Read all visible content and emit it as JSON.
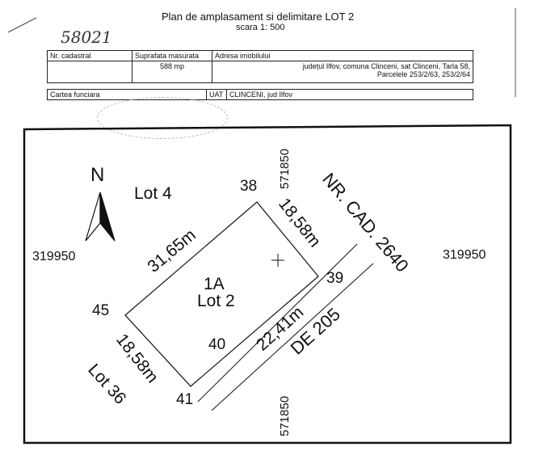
{
  "header": {
    "title": "Plan de amplasament si delimitare  LOT 2",
    "scale": "scara 1: 500",
    "handwritten_number": "58021"
  },
  "table": {
    "col1": "Nr. cadastral",
    "col2": "Suprafata masurata",
    "col3": "Adresa imobilului",
    "area": "588 mp",
    "address_line1": "județul Ilfov, comuna Clinceni, sat Clinceni, Tarla 58,",
    "address_line2": "Parcelele 253/2/63, 253/2/64",
    "carte": "Cartea funciara",
    "uat": "UAT",
    "uat_value": "CLINCENI, jud Ilfov"
  },
  "plan": {
    "north": "N",
    "lot4": "Lot 4",
    "lot36": "Lot 36",
    "plot_id": "1A",
    "plot_name": "Lot 2",
    "coord_x_left": "319950",
    "coord_x_right": "319950",
    "coord_y_top": "571850",
    "coord_y_bottom": "571850",
    "point_38": "38",
    "point_39": "39",
    "point_40": "40",
    "point_41": "41",
    "point_45": "45",
    "side_top_left": "31,65m",
    "side_top_right": "18,58m",
    "side_bottom_left": "18,58m",
    "side_bottom_right": "22,41m",
    "neighbor_cad": "NR. CAD. 2640",
    "road": "DE 205"
  }
}
